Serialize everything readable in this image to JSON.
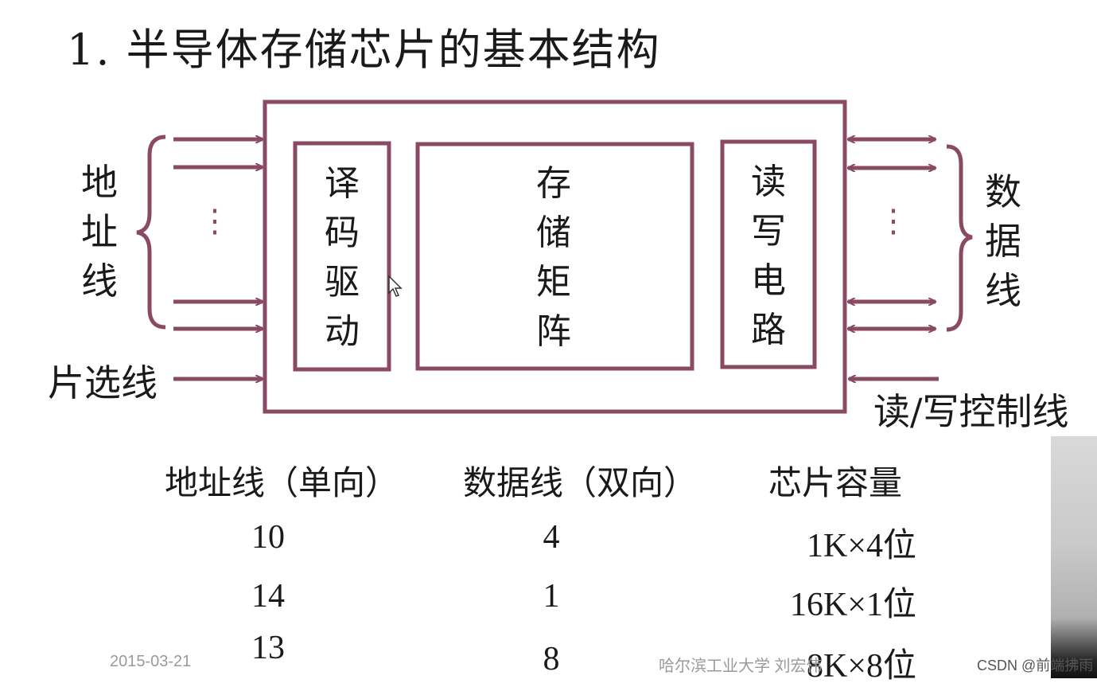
{
  "title": "1. 半导体存储芯片的基本结构",
  "diagram": {
    "address_lines_label": "地址线",
    "chip_select_label": "片选线",
    "data_lines_label": "数据线",
    "rw_control_label": "读/写控制线",
    "decoder_label": "译码驱动",
    "matrix_label": "存储矩阵",
    "rw_circuit_label": "读写电路",
    "ellipsis": "⋮",
    "line_color": "#8a4a63"
  },
  "table": {
    "headers": [
      "地址线（单向）",
      "数据线（双向）",
      "芯片容量"
    ],
    "rows": [
      [
        "10",
        "4",
        "1K×4位"
      ],
      [
        "14",
        "1",
        "16K×1位"
      ],
      [
        "13",
        "8",
        "8K×8位"
      ]
    ]
  },
  "footer": {
    "date": "2015-03-21",
    "institution": "哈尔滨工业大学  刘宏伟"
  },
  "watermark": "CSDN @前端拂雨"
}
